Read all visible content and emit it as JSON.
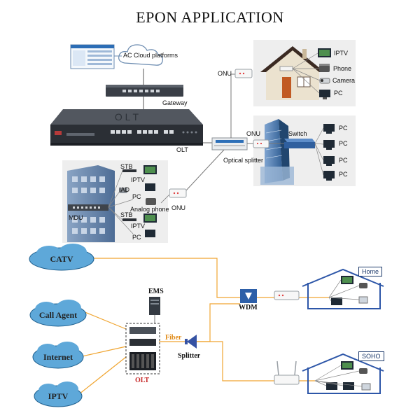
{
  "title": "EPON APPLICATION",
  "top": {
    "cloud": "AC Cloud platforms",
    "gateway": "Gateway",
    "olt_device": "OLT",
    "olt": "OLT",
    "onu_house": "ONU",
    "onu_building": "ONU",
    "onu_mdu": "ONU",
    "optical_splitter": "Optical splitter",
    "switch": "Switch",
    "house_items": [
      "IPTV",
      "Phone",
      "Camera",
      "PC"
    ],
    "switch_pcs": [
      "PC",
      "PC",
      "PC",
      "PC"
    ],
    "mdu": {
      "label": "MDU",
      "stb1": "STB",
      "iptv1": "IPTV",
      "iad": "IAD",
      "pc1": "PC",
      "analog": "Analog phone",
      "stb2": "STB",
      "iptv2": "IPTV",
      "pc2": "PC"
    }
  },
  "bottom": {
    "catv": "CATV",
    "call_agent": "Call Agent",
    "internet": "Internet",
    "iptv": "IPTV",
    "ems": "EMS",
    "olt": "OLT",
    "fiber": "Fiber",
    "splitter": "Splitter",
    "wdm": "WDM",
    "home": "Home",
    "soho": "SOHO"
  },
  "colors": {
    "cloud_fill": "#5ea8d9",
    "cloud_line": "#1e5f8e",
    "fiber_line": "#f0a531",
    "roof_blue": "#2d56a8",
    "panel_gray": "#eeeeee"
  }
}
